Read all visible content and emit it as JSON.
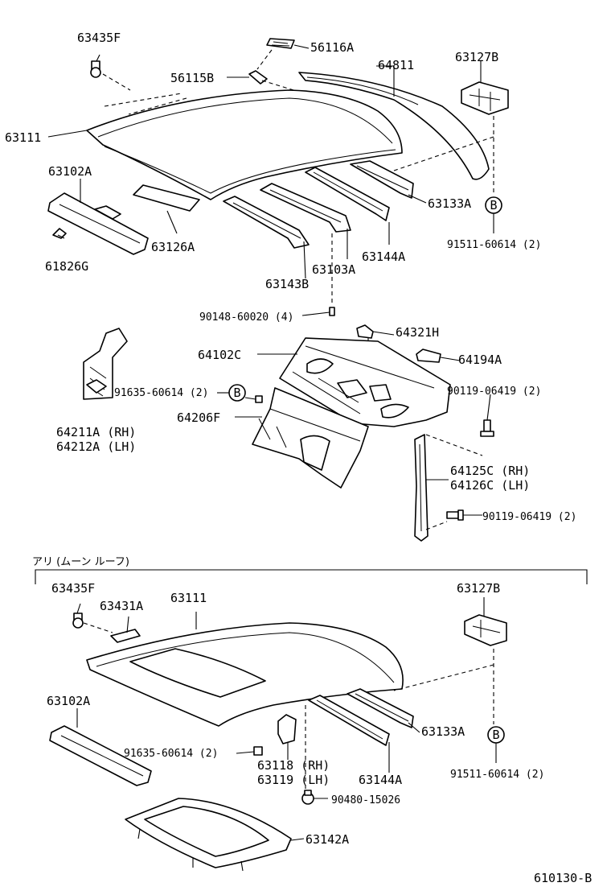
{
  "labels": {
    "p63435F_top": "63435F",
    "p56116A": "56116A",
    "p64811": "64811",
    "p63127B_top": "63127B",
    "p56115B": "56115B",
    "p63111_top": "63111",
    "p63102A_top": "63102A",
    "p61826G": "61826G",
    "p63126A": "63126A",
    "p63143B": "63143B",
    "p63103A": "63103A",
    "p63144A_top": "63144A",
    "p63133A_top": "63133A",
    "p91511_top": "91511-60614 (2)",
    "p90148": "90148-60020 (4)",
    "p64321H": "64321H",
    "p64102C": "64102C",
    "p64194A": "64194A",
    "p91635_mid": "91635-60614 (2)",
    "p90119_a": "90119-06419 (2)",
    "p64211A": "64211A (RH)",
    "p64212A": "64212A (LH)",
    "p64206F": "64206F",
    "p64125C": "64125C (RH)",
    "p64126C": "64126C (LH)",
    "p90119_b": "90119-06419 (2)",
    "p63435F_bot": "63435F",
    "p63431A": "63431A",
    "p63111_bot": "63111",
    "p63127B_bot": "63127B",
    "p63102A_bot": "63102A",
    "p63133A_bot": "63133A",
    "p91635_bot": "91635-60614 (2)",
    "p63118": "63118 (RH)",
    "p63119": "63119 (LH)",
    "p63144A_bot": "63144A",
    "p91511_bot": "91511-60614 (2)",
    "p90480": "90480-15026",
    "p63142A": "63142A"
  },
  "variant_label": "アリ (ムーン ルーフ)",
  "callout_letter": "B",
  "diagram_code": "610130-B"
}
